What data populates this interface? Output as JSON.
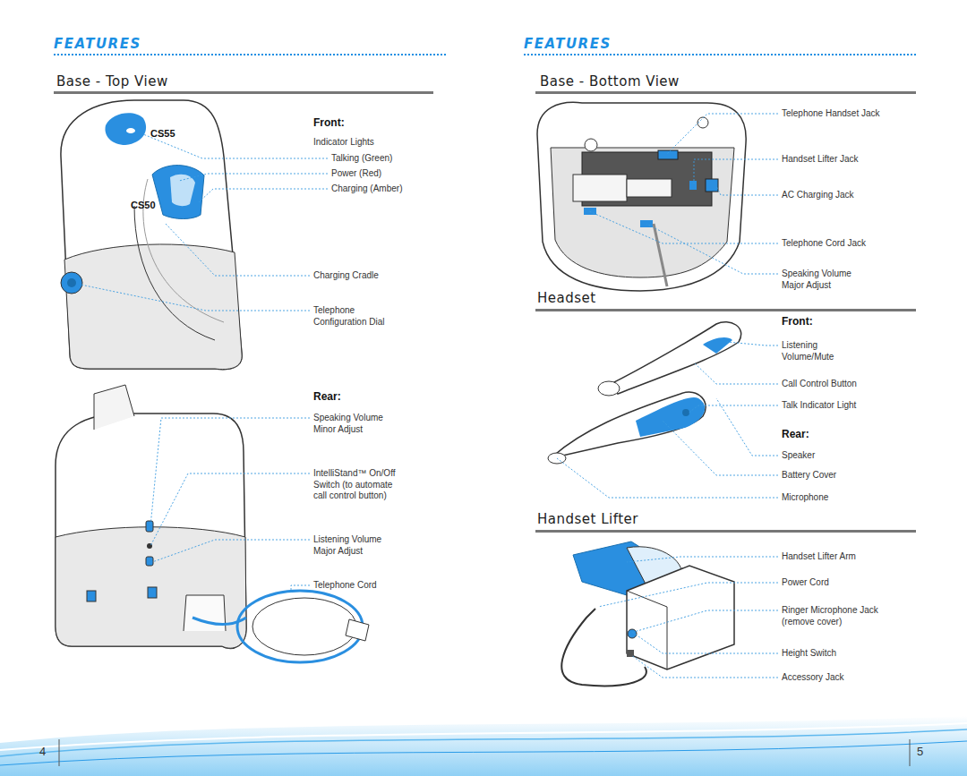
{
  "diagram": {
    "labels": [
      "FEATURES",
      "Base - Top View",
      "CS55",
      "CS50",
      "Front:",
      "Indicator Lights",
      "Talking (Green)",
      "Power (Red)",
      "Charging (Amber)",
      "Charging Cradle",
      "Telephone Configuration Dial",
      "Rear:",
      "Speaking Volume Minor Adjust",
      "IntelliStand™ On/Off Switch (to automate call control button)",
      "Listening Volume Major Adjust",
      "Telephone Cord",
      "4",
      "FEATURES",
      "Base - Bottom View",
      "Telephone Handset Jack",
      "Handset Lifter Jack",
      "AC Charging Jack",
      "Telephone Cord Jack",
      "Speaking Volume Major Adjust",
      "Headset",
      "Front:",
      "Listening Volume/Mute",
      "Call Control Button",
      "Talk Indicator Light",
      "Rear:",
      "Speaker",
      "Battery Cover",
      "Microphone",
      "Handset Lifter",
      "Handset Lifter Arm",
      "Power Cord",
      "Ringer Microphone Jack (remove cover)",
      "Height Switch",
      "Accessory Jack",
      "5"
    ]
  }
}
